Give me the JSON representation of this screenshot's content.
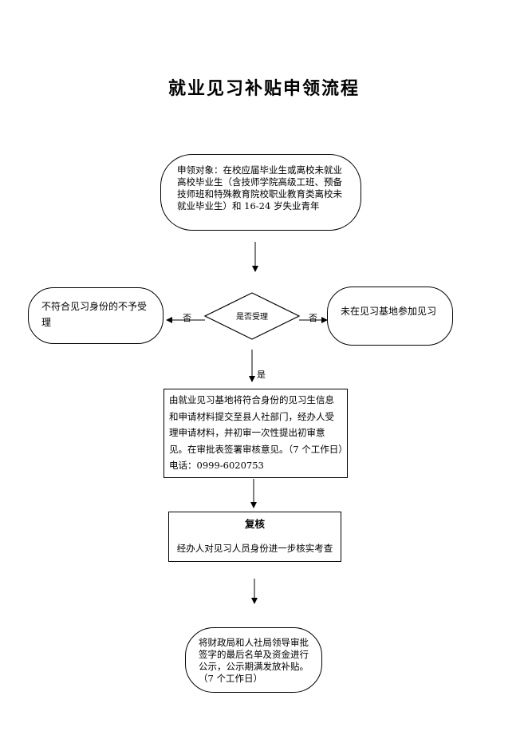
{
  "title": "就业见习补贴申领流程",
  "nodes": {
    "start": "申领对象：在校应届毕业生或离校未就业高校毕业生（含技师学院高级工班、预备技师班和特殊教育院校职业教育类离校未就业毕业生）和 16-24 岁失业青年",
    "decision": "是否受理",
    "reject": "不符合见习身份的不予受理",
    "not_in_base": "未在见习基地参加见习",
    "submit": "由就业见习基地将符合身份的见习生信息和申请材料提交至县人社部门，经办人受理申请材料，并初审一次性提出初审意见。在审批表签署审核意见。（7 个工作日）电话：0999-6020753",
    "review_title": "复核",
    "review_body": "经办人对见习人员身份进一步核实考查",
    "final": "将财政局和人社局领导审批签字的最后名单及资金进行公示，公示期满发放补贴。（7 个工作日）"
  },
  "edge_labels": {
    "no_left": "否",
    "no_right": "否",
    "yes": "是"
  }
}
